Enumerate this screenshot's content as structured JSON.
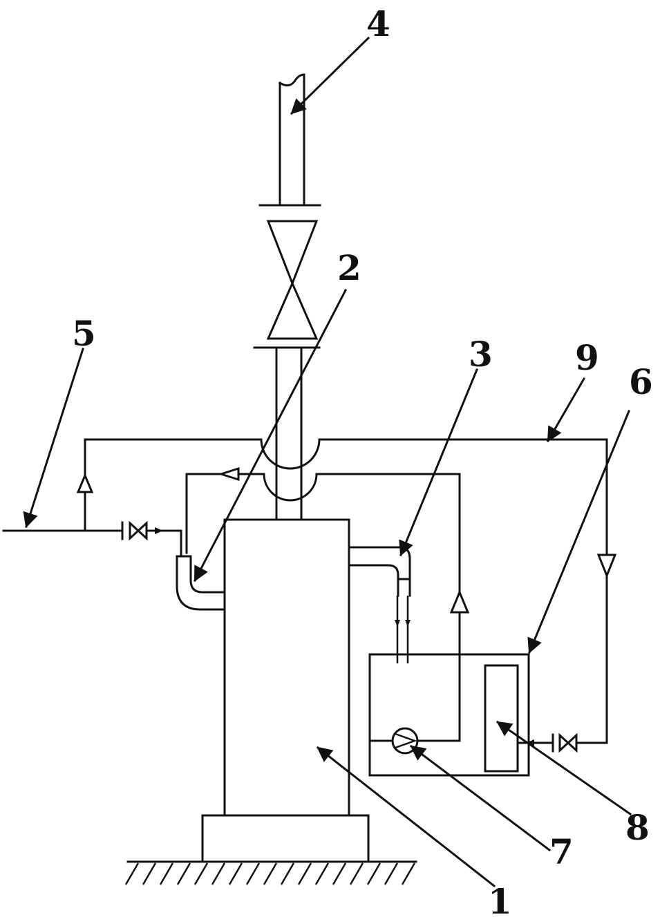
{
  "diagram": {
    "labels": {
      "l1": "1",
      "l2": "2",
      "l3": "3",
      "l4": "4",
      "l5": "5",
      "l6": "6",
      "l7": "7",
      "l8": "8",
      "l9": "9"
    },
    "ink_color": "#111111",
    "background_color": "#ffffff"
  }
}
